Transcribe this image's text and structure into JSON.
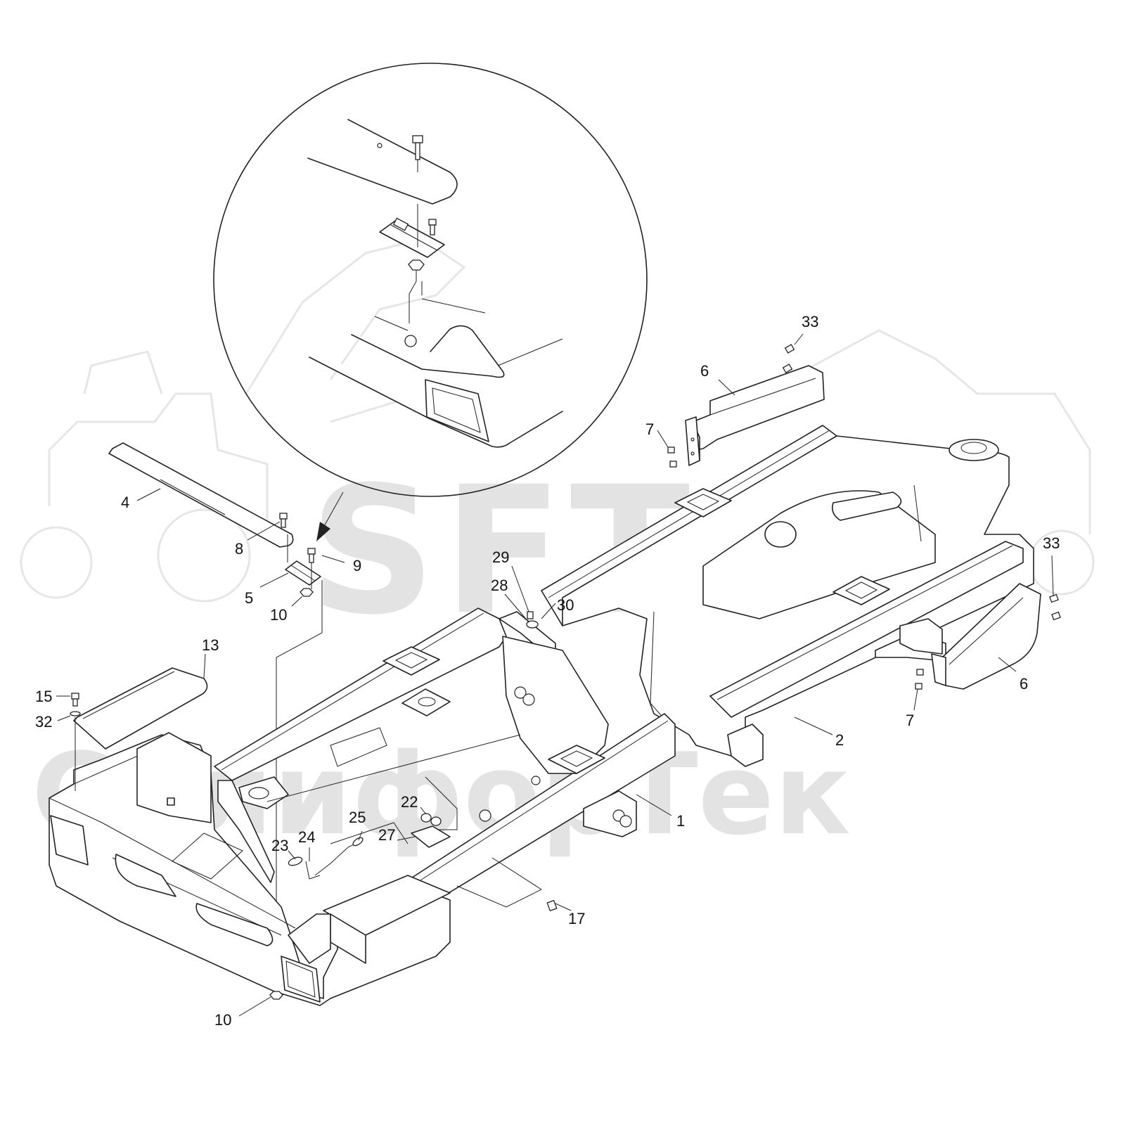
{
  "watermark": {
    "logo": "SFT",
    "brand": "СклифорТек",
    "color": "#e3e3e3"
  },
  "callouts": [
    {
      "id": "c33a",
      "label": "33"
    },
    {
      "id": "c6a",
      "label": "6"
    },
    {
      "id": "c7a",
      "label": "7"
    },
    {
      "id": "c4",
      "label": "4"
    },
    {
      "id": "c8",
      "label": "8"
    },
    {
      "id": "c9",
      "label": "9"
    },
    {
      "id": "c5",
      "label": "5"
    },
    {
      "id": "c10a",
      "label": "10"
    },
    {
      "id": "c29",
      "label": "29"
    },
    {
      "id": "c28",
      "label": "28"
    },
    {
      "id": "c30",
      "label": "30"
    },
    {
      "id": "c33b",
      "label": "33"
    },
    {
      "id": "c13",
      "label": "13"
    },
    {
      "id": "c15",
      "label": "15"
    },
    {
      "id": "c32",
      "label": "32"
    },
    {
      "id": "c6b",
      "label": "6"
    },
    {
      "id": "c7b",
      "label": "7"
    },
    {
      "id": "c2",
      "label": "2"
    },
    {
      "id": "c1",
      "label": "1"
    },
    {
      "id": "c22",
      "label": "22"
    },
    {
      "id": "c25",
      "label": "25"
    },
    {
      "id": "c27",
      "label": "27"
    },
    {
      "id": "c23",
      "label": "23"
    },
    {
      "id": "c24",
      "label": "24"
    },
    {
      "id": "c17",
      "label": "17"
    },
    {
      "id": "c10b",
      "label": "10"
    }
  ]
}
